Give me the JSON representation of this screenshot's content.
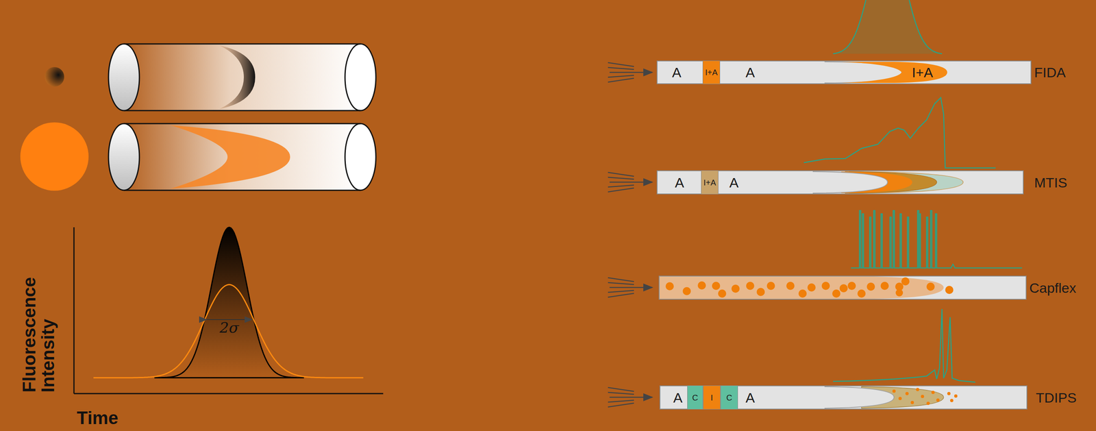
{
  "diagram": {
    "nodes": [
      {
        "text": [
          "A",
          "A",
          "I+A",
          "FIDA"
        ]
      },
      {
        "text": [
          "I+A"
        ],
        "in": 0
      },
      {
        "text": [
          "A",
          "A",
          "MTIS"
        ]
      },
      {
        "text": [
          "I+A"
        ],
        "in": 2
      },
      {
        "text": [
          "Capflex"
        ]
      },
      {
        "text": [
          "A",
          "A",
          "TDIPS"
        ]
      },
      {
        "text": [
          "C"
        ],
        "in": 5
      },
      {
        "text": [
          "I"
        ],
        "in": 5
      },
      {
        "text": [
          "C"
        ],
        "in": 5
      }
    ],
    "labels": [
      "Fluorescence Intensity",
      "Time",
      "2σ"
    ]
  }
}
